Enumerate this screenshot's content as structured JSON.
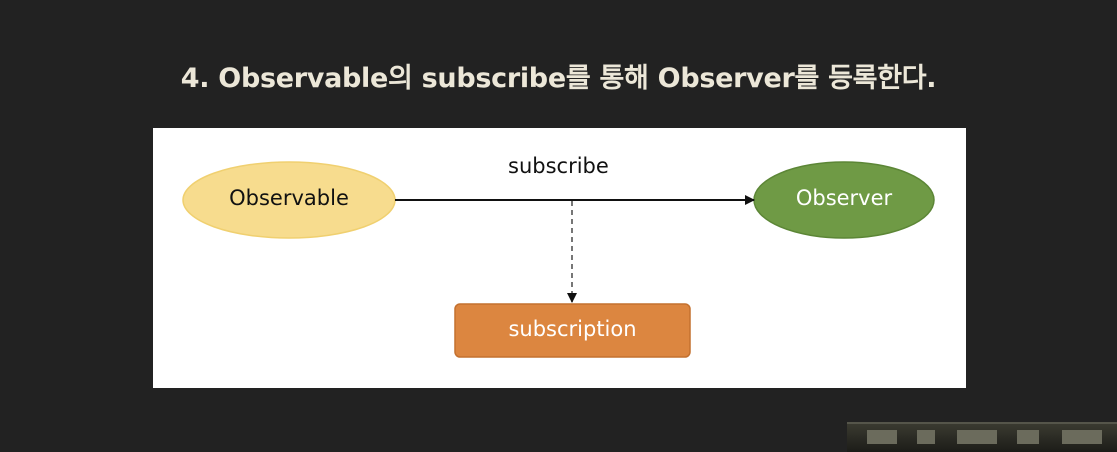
{
  "slide": {
    "title": "4. Observable의 subscribe를 통해 Observer를 등록한다."
  },
  "diagram": {
    "nodes": {
      "observable": {
        "label": "Observable",
        "fill": "#f7dc8e",
        "stroke": "#f0d070",
        "text_color": "#111111"
      },
      "observer": {
        "label": "Observer",
        "fill": "#6f9a45",
        "stroke": "#5c8636",
        "text_color": "#ffffff"
      },
      "subscription": {
        "label": "subscription",
        "fill": "#dc8640",
        "stroke": "#c4712f",
        "text_color": "#ffffff"
      }
    },
    "edges": {
      "subscribe": {
        "label": "subscribe",
        "from": "Observable",
        "to": "Observer",
        "style": "solid"
      },
      "returns": {
        "from": "subscribe",
        "to": "subscription",
        "style": "dashed"
      }
    }
  },
  "colors": {
    "background": "#222222",
    "panel": "#ffffff",
    "title": "#ece7d8"
  }
}
